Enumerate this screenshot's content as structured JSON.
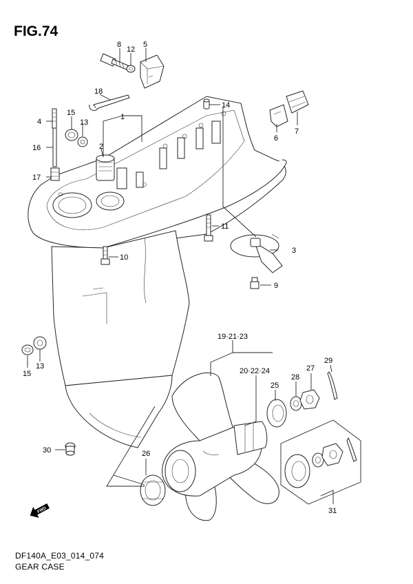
{
  "figure": {
    "title": "FIG.74"
  },
  "footer": {
    "model_code": "DF140A_E03_014_074",
    "title": "GEAR CASE"
  },
  "icons": {
    "fwd_arrow": {
      "name": "fwd-arrow-icon",
      "text": "FWD"
    }
  },
  "callouts": [
    {
      "id": "c8",
      "label": "8"
    },
    {
      "id": "c12",
      "label": "12"
    },
    {
      "id": "c5",
      "label": "5"
    },
    {
      "id": "c18",
      "label": "18"
    },
    {
      "id": "c14",
      "label": "14"
    },
    {
      "id": "c4",
      "label": "4"
    },
    {
      "id": "c15a",
      "label": "15"
    },
    {
      "id": "c13a",
      "label": "13"
    },
    {
      "id": "c1",
      "label": "1"
    },
    {
      "id": "c7",
      "label": "7"
    },
    {
      "id": "c6",
      "label": "6"
    },
    {
      "id": "c2",
      "label": "2"
    },
    {
      "id": "c16",
      "label": "16"
    },
    {
      "id": "c17",
      "label": "17"
    },
    {
      "id": "c11",
      "label": "11"
    },
    {
      "id": "c3",
      "label": "3"
    },
    {
      "id": "c10",
      "label": "10"
    },
    {
      "id": "c9",
      "label": "9"
    },
    {
      "id": "c19",
      "label": "19·21·23"
    },
    {
      "id": "c20",
      "label": "20·22·24"
    },
    {
      "id": "c29",
      "label": "29"
    },
    {
      "id": "c27",
      "label": "27"
    },
    {
      "id": "c28",
      "label": "28"
    },
    {
      "id": "c25",
      "label": "25"
    },
    {
      "id": "c15b",
      "label": "15"
    },
    {
      "id": "c13b",
      "label": "13"
    },
    {
      "id": "c30",
      "label": "30"
    },
    {
      "id": "c26",
      "label": "26"
    },
    {
      "id": "c31",
      "label": "31"
    }
  ]
}
